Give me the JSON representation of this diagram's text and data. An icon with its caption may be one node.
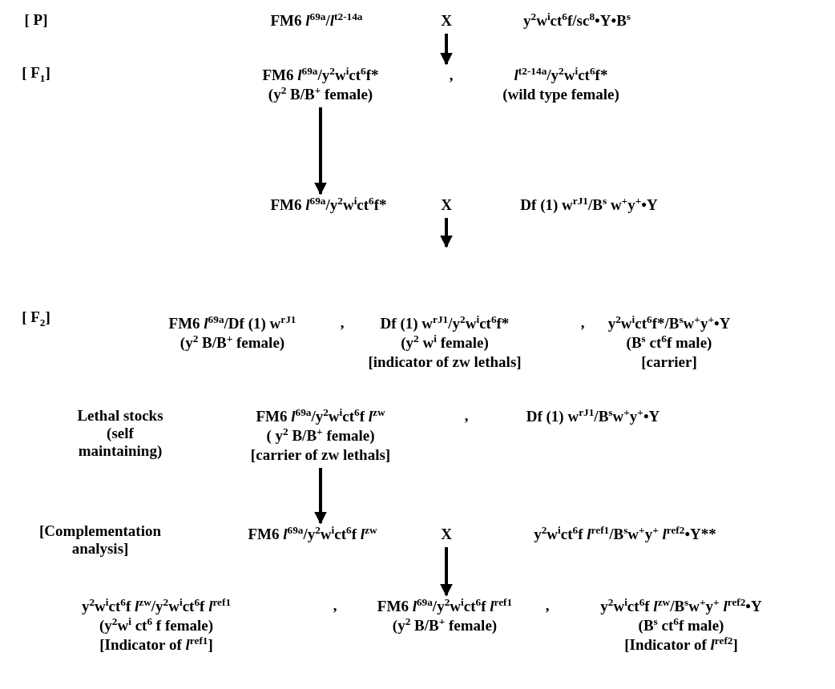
{
  "diagram": {
    "nodes": [
      {
        "text": [
          "FM6 *l*$^{69a}$/*l*$^{t2-14a}$"
        ]
      },
      {
        "text": [
          "X"
        ]
      },
      {
        "text": [
          "y$^{2}$w$^{i}$ct$^{6}$f/sc$^{8}$•Y•B$^{s}$"
        ]
      },
      {
        "text": [
          "FM6 *l*$^{69a}$/y$^{2}$w$^{i}$ct$^{6}$f*",
          "(y$^{2}$ B/B$^{+}$ female)"
        ]
      },
      {
        "text": [
          ","
        ]
      },
      {
        "text": [
          "*l*$^{t2-14a}$/y$^{2}$w$^{i}$ct$^{6}$f*",
          "(wild type female)"
        ]
      },
      {
        "text": [
          "FM6 *l*$^{69a}$/y$^{2}$w$^{i}$ct$^{6}$f*"
        ]
      },
      {
        "text": [
          "X"
        ]
      },
      {
        "text": [
          "Df (1) w$^{rJ1}$/B$^{s}$ w$^{+}$y$^{+}$•Y"
        ]
      },
      {
        "text": [
          "FM6 *l*$^{69a}$/Df (1) w$^{rJ1}$",
          "(y$^{2}$ B/B$^{+}$ female)"
        ]
      },
      {
        "text": [
          "Df (1) w$^{rJ1}$/y$^{2}$w$^{i}$ct$^{6}$f*",
          "(y$^{2}$ w$^{i}$ female)",
          "[indicator of zw lethals]"
        ]
      },
      {
        "text": [
          "y$^{2}$w$^{i}$ct$^{6}$f*/B$^{s}$w$^{+}$y$^{+}$•Y",
          "(B$^{s}$ ct$^{6}$f male)",
          "[carrier]"
        ]
      },
      {
        "text": [
          "FM6 *l*$^{69a}$/y$^{2}$w$^{i}$ct$^{6}$f *l*$^{zw}$",
          "( y$^{2}$ B/B$^{+}$ female)",
          "[carrier of zw lethals]"
        ]
      },
      {
        "text": [
          "Df (1) w$^{rJ1}$/B$^{s}$w$^{+}$y$^{+}$•Y"
        ]
      },
      {
        "text": [
          "FM6 *l*$^{69a}$/y$^{2}$w$^{i}$ct$^{6}$f *l*$^{zw}$"
        ]
      },
      {
        "text": [
          "X"
        ]
      },
      {
        "text": [
          "y$^{2}$w$^{i}$ct$^{6}$f *l*$^{ref1}$/B$^{s}$w$^{+}$y$^{+}$ *l*$^{ref2}$•Y**"
        ]
      },
      {
        "text": [
          "y$^{2}$w$^{i}$ct$^{6}$f *l*$^{zw}$/y$^{2}$w$^{i}$ct$^{6}$f *l*$^{ref1}$",
          "(y$^{2}$w$^{i}$ ct$^{6}$ f female)",
          "[Indicator of *l*$^{ref1}$]"
        ]
      },
      {
        "text": [
          "FM6 *l*$^{69a}$/y$^{2}$w$^{i}$ct$^{6}$f *l*$^{ref1}$",
          "(y$^{2}$ B/B$^{+}$ female)"
        ]
      },
      {
        "text": [
          "y$^{2}$w$^{i}$ct$^{6}$f *l*$^{zw}$/B$^{s}$w$^{+}$y$^{+}$ *l*$^{ref2}$•Y",
          "(B$^{s}$ ct$^{6}$f male)",
          "[Indicator of *l*$^{ref2}$]"
        ]
      }
    ],
    "edges": [
      {
        "from": 1,
        "to": 4,
        "arrow": "to"
      },
      {
        "from": 3,
        "to": 6,
        "arrow": "to"
      },
      {
        "from": 7,
        "to": null,
        "arrow": "to"
      },
      {
        "from": 12,
        "to": 14,
        "arrow": "to"
      },
      {
        "from": 15,
        "to": 18,
        "arrow": "to"
      }
    ],
    "labels": [
      "[ P]",
      "[ F$_{1}$]",
      "[ F$_{2}$]",
      ",",
      ",",
      "Lethal stocks (self maintaining)",
      ",",
      "[Complementation analysis]",
      ",",
      ","
    ]
  }
}
